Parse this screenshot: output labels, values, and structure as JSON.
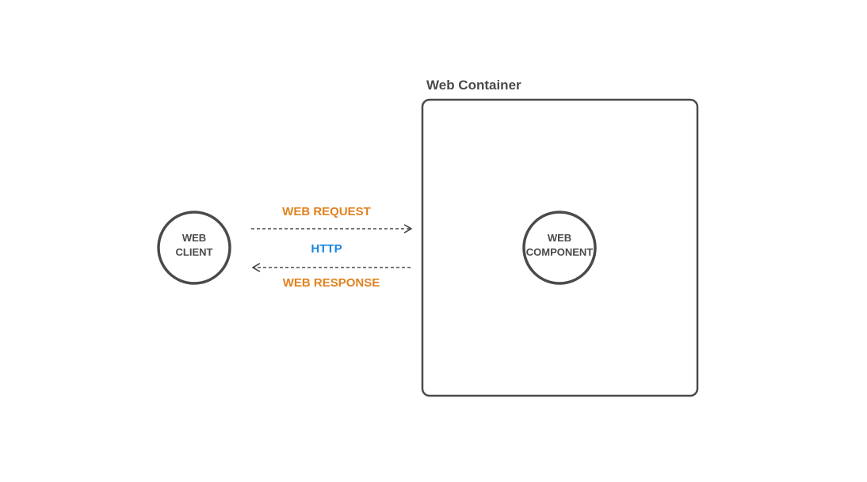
{
  "container": {
    "title": "Web Container"
  },
  "nodes": {
    "client": {
      "line1": "WEB",
      "line2": "CLIENT"
    },
    "component": {
      "line1": "WEB",
      "line2": "COMPONENT"
    }
  },
  "edges": {
    "request_label": "WEB REQUEST",
    "protocol_label": "HTTP",
    "response_label": "WEB RESPONSE"
  },
  "colors": {
    "stroke": "#4a4a4a",
    "request_response": "#e0821f",
    "protocol": "#1a86e0"
  }
}
